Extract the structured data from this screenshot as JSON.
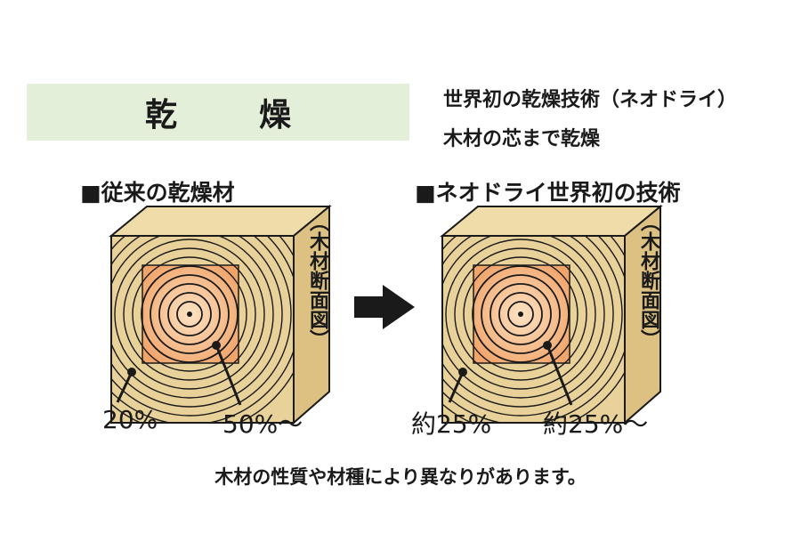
{
  "title": "乾　燥",
  "headline": {
    "line1": "世界初の乾燥技術（ネオドライ）",
    "line2": "木材の芯まで乾燥"
  },
  "left": {
    "heading": "■従来の乾燥材",
    "side_label": "（木材断面図）",
    "outer_pct": "20%",
    "inner_pct": "50%〜"
  },
  "right": {
    "heading": "■ネオドライ世界初の技術",
    "side_label": "（木材断面図）",
    "outer_pct": "約25%",
    "inner_pct": "約25%〜"
  },
  "note": "木材の性質や材種により異なりがあります。",
  "colors": {
    "title_band": "#e3efd9",
    "wood_face": "#e8d29a",
    "wood_side": "#dcc183",
    "core_inner": "#fbd7ad",
    "core_outer": "#f1a46a",
    "ring": "#1a1a1a"
  }
}
